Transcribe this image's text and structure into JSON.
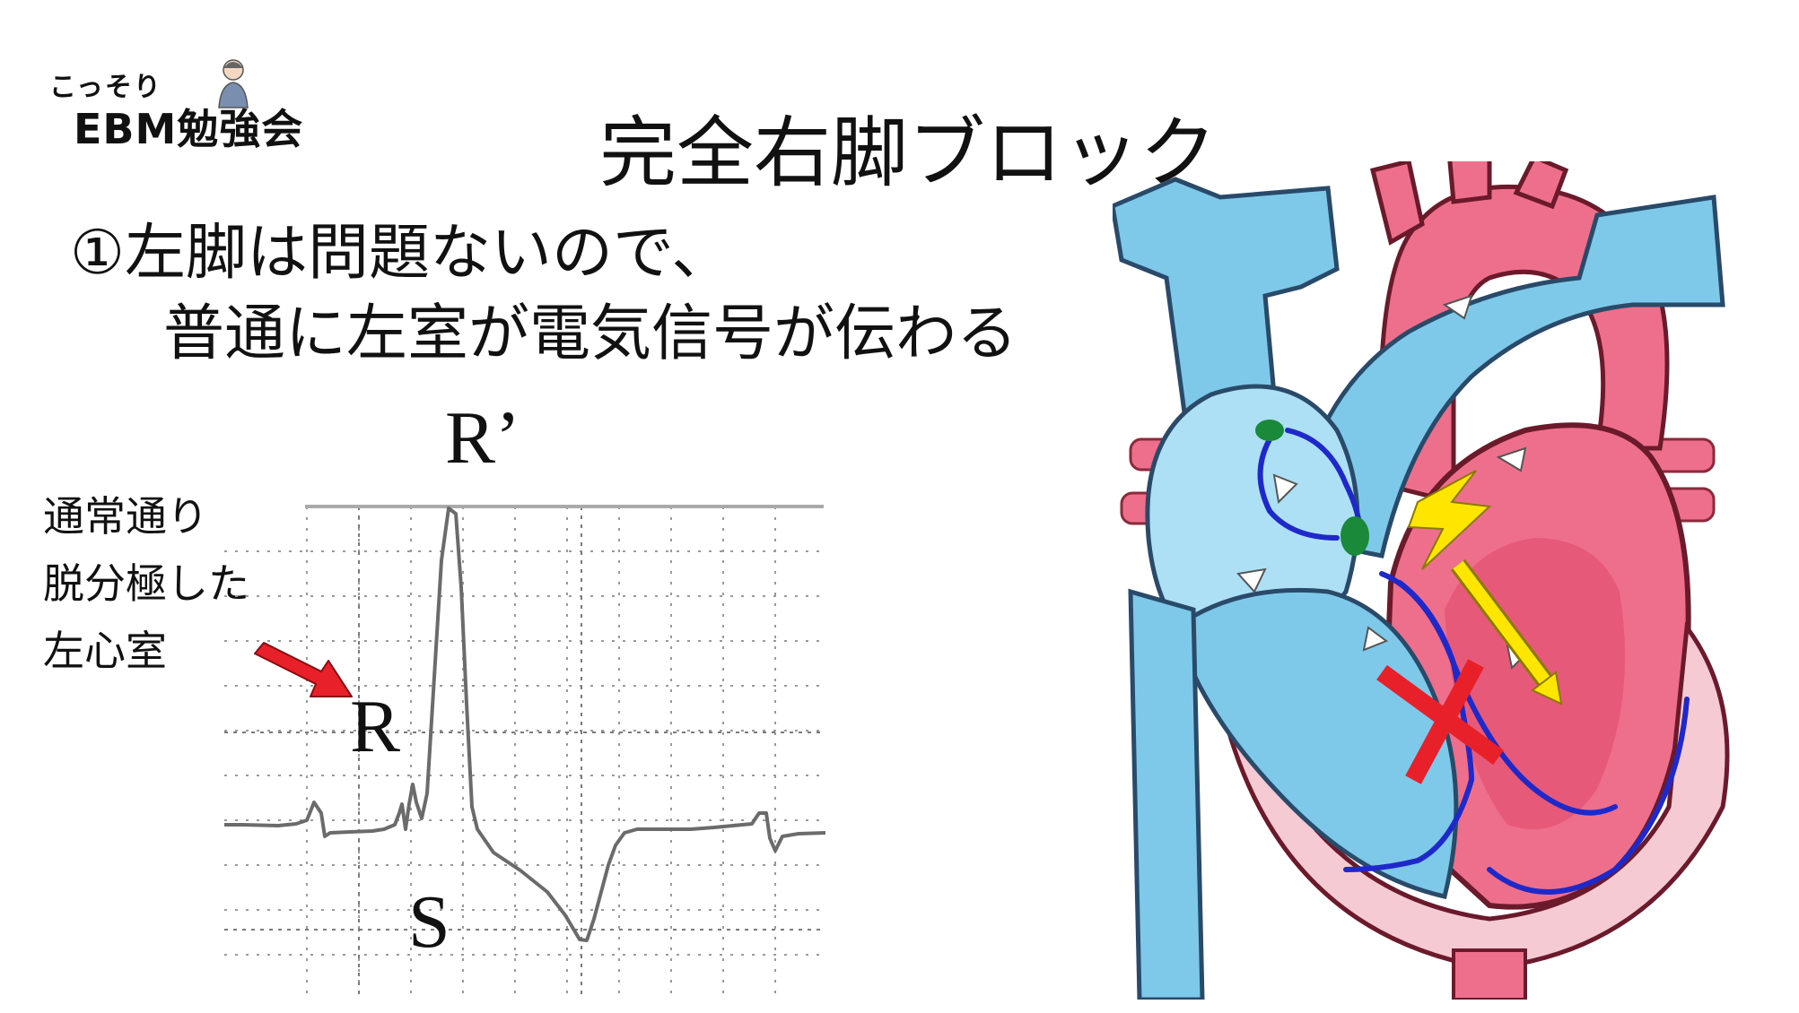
{
  "logo": {
    "top": "こっそり",
    "main": "EBM勉強会"
  },
  "title": "完全右脚ブロック",
  "point": {
    "line1": "①左脚は問題ないので、",
    "line2": "普通に左室が電気信号が伝わる"
  },
  "side_note": {
    "line1": "通常通り",
    "line2": "脱分極した",
    "line3": "左心室"
  },
  "ecg_labels": {
    "r_prime": "R’",
    "r": "R",
    "s": "S"
  },
  "colors": {
    "right_heart": "#7ec8ea",
    "left_heart": "#ee6f8c",
    "conduction": "#1f28c8",
    "lightning": "#ffe600",
    "block_x": "#e8202a",
    "pointer_arrow": "#e8202a"
  },
  "icons": [
    "presenter-avatar-icon",
    "lightning-bolt-icon",
    "block-x-icon",
    "double-arrow-icon",
    "pointer-arrow-icon"
  ]
}
